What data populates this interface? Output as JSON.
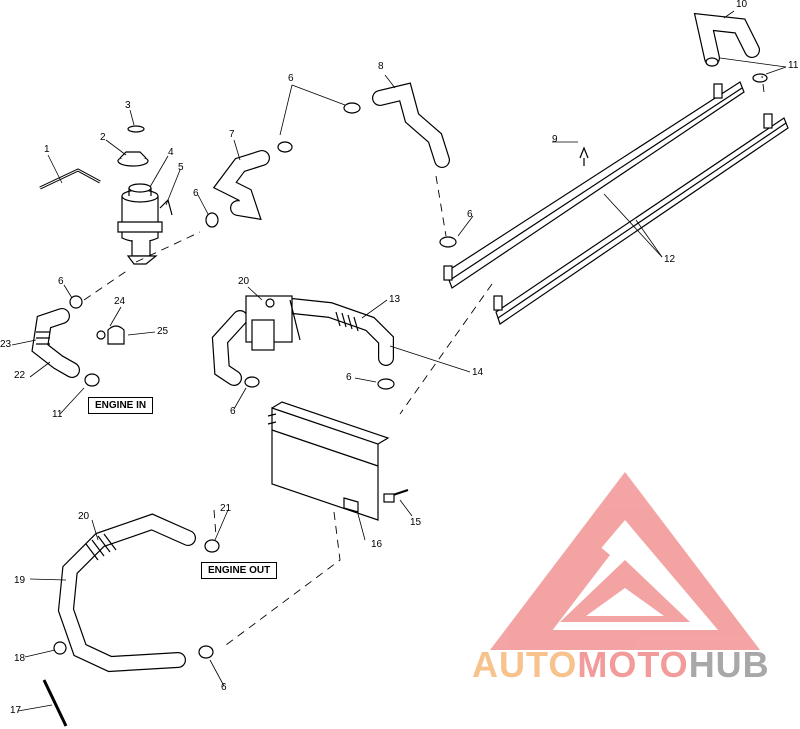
{
  "callouts": {
    "n1": "1",
    "n2": "2",
    "n3": "3",
    "n4": "4",
    "n5": "5",
    "n6a": "6",
    "n6b": "6",
    "n6c": "6",
    "n6d": "6",
    "n6e": "6",
    "n6f": "6",
    "n6g": "6",
    "n7": "7",
    "n8": "8",
    "n9": "9",
    "n10": "10",
    "n11a": "11",
    "n11b": "11",
    "n12": "12",
    "n13": "13",
    "n14": "14",
    "n15": "15",
    "n16": "16",
    "n17": "17",
    "n18": "18",
    "n19": "19",
    "n20a": "20",
    "n20b": "20",
    "n21": "21",
    "n22": "22",
    "n23": "23",
    "n24": "24",
    "n25": "25"
  },
  "tags": {
    "engine_in": "ENGINE IN",
    "engine_out": "ENGINE OUT"
  },
  "watermark": {
    "part1": "AUTO",
    "part2": "MOTO",
    "part3": "HUB",
    "color_auto": "#f7c28c",
    "color_moto": "#f39a9a",
    "color_hub": "#a8a8a8",
    "triangle_color": "#f39a9a"
  }
}
